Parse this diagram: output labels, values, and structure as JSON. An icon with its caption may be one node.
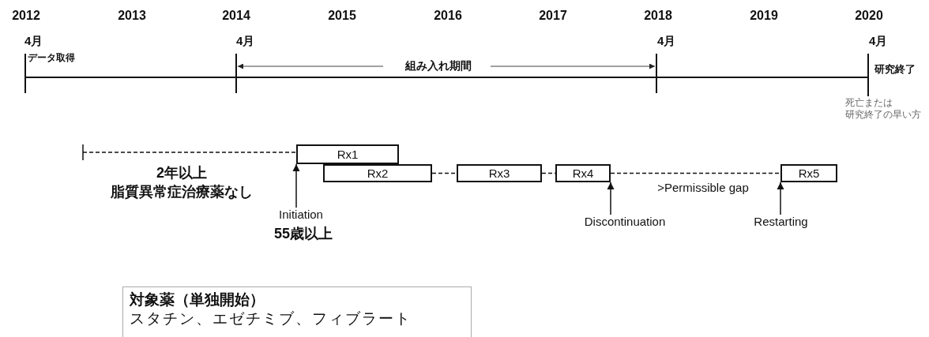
{
  "diagram": {
    "nodes": [
      {
        "text": [
          "Rx1"
        ]
      },
      {
        "text": [
          "Rx2"
        ]
      },
      {
        "text": [
          "Rx3"
        ]
      },
      {
        "text": [
          "Rx4"
        ]
      },
      {
        "text": [
          "Rx5"
        ]
      },
      {
        "text": [
          "Initiation"
        ],
        "beside": [
          "55歳以上"
        ]
      },
      {
        "text": [
          "Discontinuation"
        ]
      },
      {
        "text": [
          "Restarting"
        ]
      },
      {
        "text": [
          "対象薬（単独開始）",
          "スタチン、エゼチミブ、フィブラート"
        ]
      }
    ],
    "edges": [
      {
        "from": 1,
        "to": 2,
        "arrow": "none",
        "style": "dashed"
      },
      {
        "from": 2,
        "to": 3,
        "arrow": "none",
        "style": "dashed"
      },
      {
        "from": 3,
        "to": 4,
        "arrow": "none",
        "style": "dashed",
        "label": ">Permissible gap"
      },
      {
        "from": 5,
        "to": 0,
        "arrow": "to"
      },
      {
        "from": 6,
        "to": 3,
        "arrow": "to"
      },
      {
        "from": 7,
        "to": 4,
        "arrow": "to"
      }
    ],
    "labels": [
      "2012",
      "2013",
      "2014",
      "2015",
      "2016",
      "2017",
      "2018",
      "2019",
      "2020",
      "4月",
      "4月",
      "4月",
      "4月",
      "データ取得",
      "組み入れ期間",
      "研究終了",
      "死亡または",
      "研究終了の早い方",
      "2年以上",
      "脂質異常症治療薬なし"
    ]
  }
}
